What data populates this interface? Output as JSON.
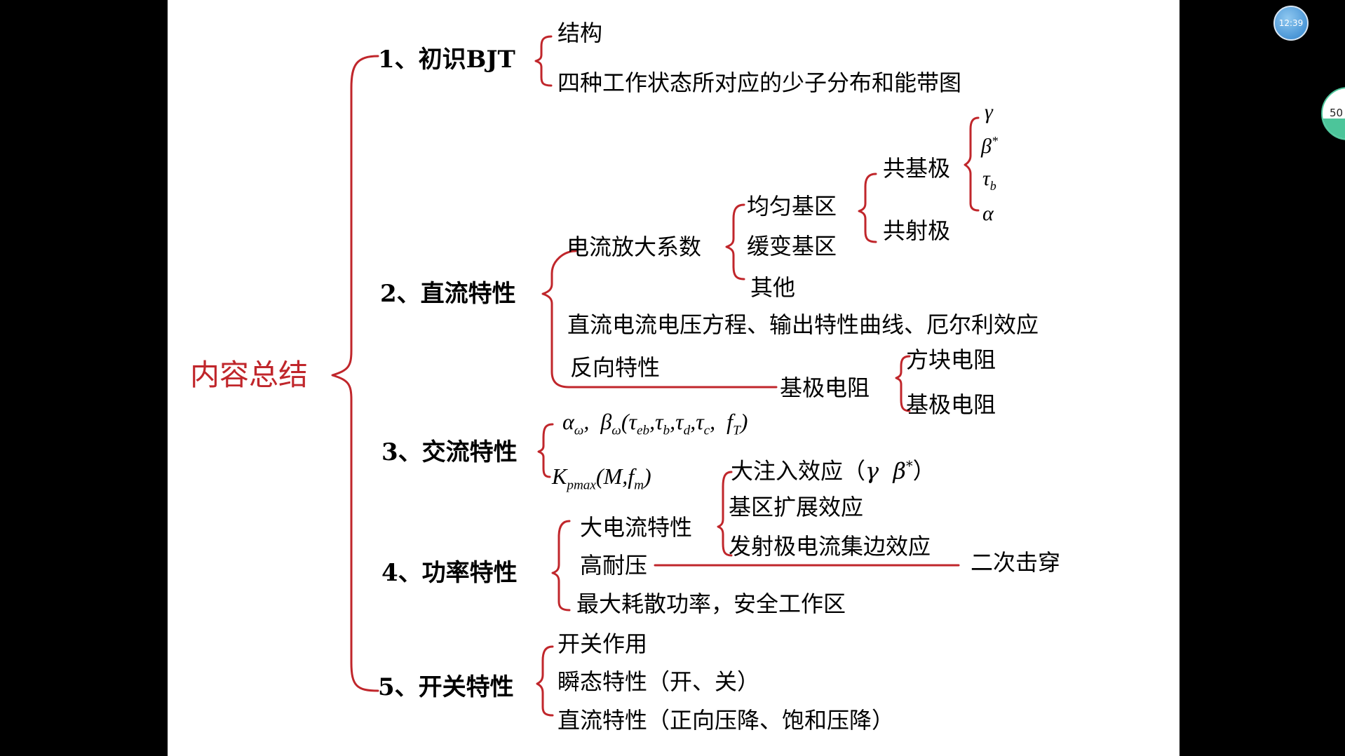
{
  "root": "内容总结",
  "s1": {
    "title": "1、初识BJT",
    "items": [
      "结构",
      "四种工作状态所对应的少子分布和能带图"
    ]
  },
  "s2": {
    "title": "2、直流特性",
    "gain": "电流放大系数",
    "gain_items": [
      "均匀基区",
      "缓变基区",
      "其他"
    ],
    "cb": "共基极",
    "ce": "共射极",
    "params": [
      "γ",
      "β",
      "τ",
      "α"
    ],
    "beta_sup": "*",
    "tau_sub": "b",
    "eq": "直流电流电压方程、输出特性曲线、厄尔利效应",
    "reverse": "反向特性",
    "base_r": "基极电阻",
    "base_r_items": [
      "方块电阻",
      "基极电阻"
    ]
  },
  "s3": {
    "title": "3、交流特性",
    "f1": {
      "alpha": "α",
      "alpha_sub": "ω",
      "sep": ",",
      "beta": "β",
      "beta_sub": "ω",
      "open": "(",
      "tau": "τ",
      "s_eb": "eb",
      "s_b": "b",
      "s_d": "d",
      "s_c": "c",
      "comma": ",",
      "f": "f",
      "s_T": "T",
      "close": ")"
    },
    "f2": {
      "K": "K",
      "sub": "pmax",
      "open": "(",
      "M": "M",
      "comma": ",",
      "f": "f",
      "s_m": "m",
      "close": ")"
    }
  },
  "s4": {
    "title": "4、功率特性",
    "hc": "大电流特性",
    "hc_items": [
      "大注入效应（",
      "基区扩展效应",
      "发射极电流集边效应"
    ],
    "inj_g": "γ",
    "inj_b": "β",
    "inj_sup": "*",
    "inj_close": "）",
    "hv": "高耐压",
    "sb": "二次击穿",
    "pmax": "最大耗散功率，安全工作区"
  },
  "s5": {
    "title": "5、开关特性",
    "items": [
      "开关作用",
      "瞬态特性（开、关）",
      "直流特性（正向压降、饱和压降）"
    ]
  },
  "overlay": {
    "time": "12:39",
    "percent": "50",
    "percent_value": 0.4
  },
  "colors": {
    "accent": "#c0262b",
    "text": "#000000",
    "slide": "#ffffff",
    "clock": "#2f82cc",
    "pie": "#4cc59a"
  }
}
